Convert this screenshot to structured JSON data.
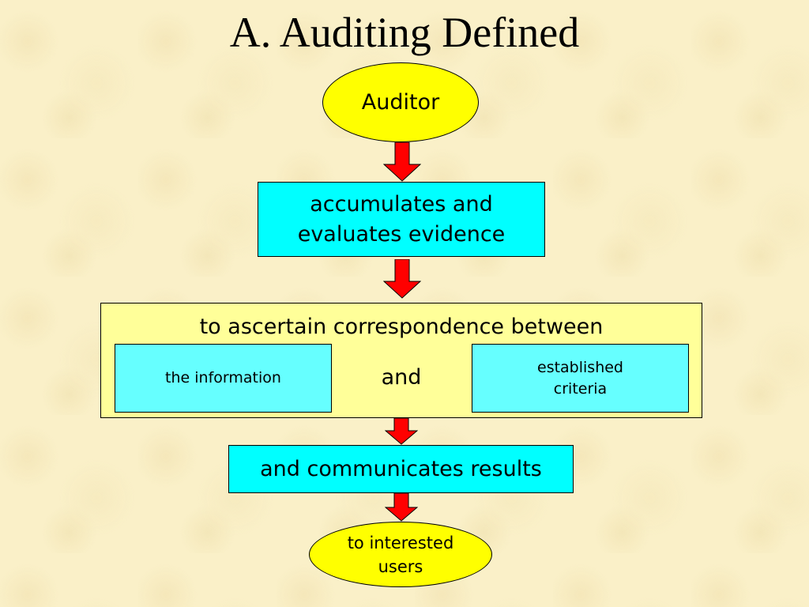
{
  "slide": {
    "title": "A. Auditing Defined"
  },
  "flow": {
    "auditor": "Auditor",
    "step1_line1": "accumulates and",
    "step1_line2": "evaluates evidence",
    "step2_heading": "to ascertain correspondence between",
    "step2_left": "the information",
    "step2_connector": "and",
    "step2_right_line1": "established",
    "step2_right_line2": "criteria",
    "step3": "and communicates results",
    "end_line1": "to interested",
    "end_line2": "users"
  },
  "colors": {
    "background": "#faf0c8",
    "ellipse_fill": "#ffff00",
    "box_fill": "#00ffff",
    "frame_fill": "#ffff99",
    "subbox_fill": "#66ffff",
    "arrow_fill": "#ff0000"
  }
}
